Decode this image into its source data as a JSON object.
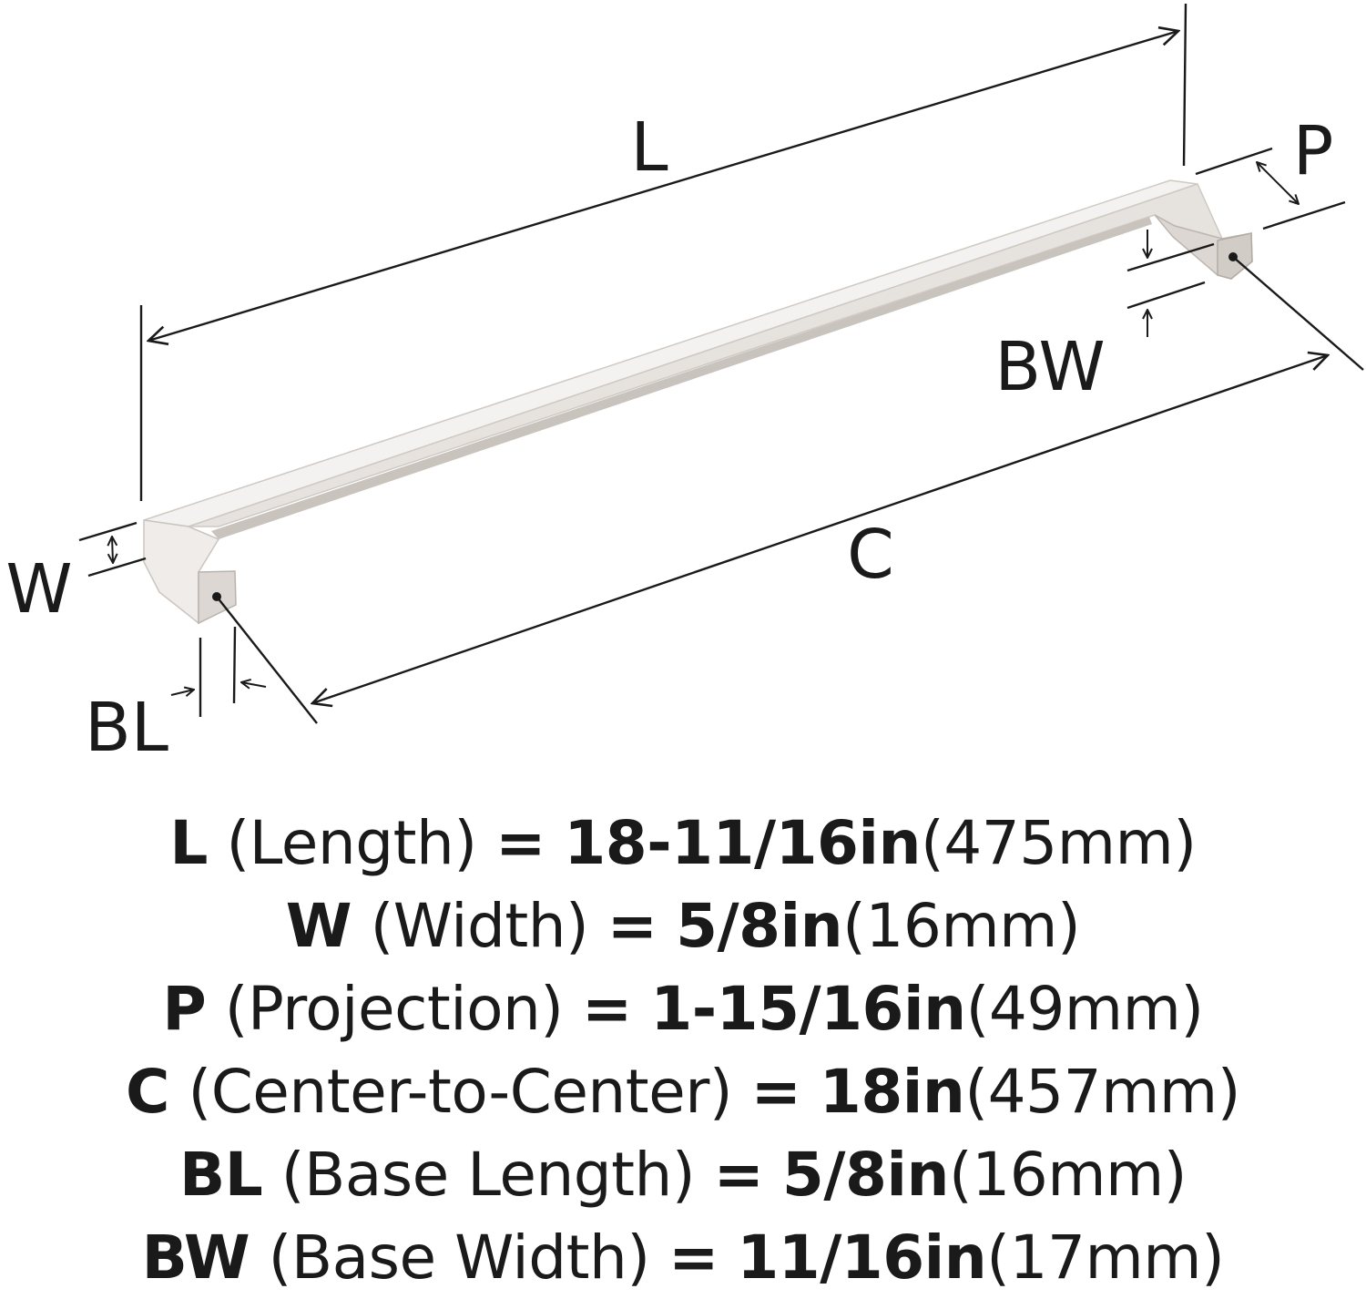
{
  "diagram": {
    "labels": {
      "L": "L",
      "P": "P",
      "BW": "BW",
      "C": "C",
      "W": "W",
      "BL": "BL"
    },
    "colors": {
      "line": "#1a1a1a",
      "metal_light": "#f4f2f0",
      "metal_mid": "#e3dfdb",
      "metal_dark": "#b9b3ad"
    }
  },
  "specs": [
    {
      "code": "L",
      "name": "(Length)",
      "eq": "=",
      "imperial": "18-11/16in",
      "metric": "(475mm)"
    },
    {
      "code": "W",
      "name": "(Width)",
      "eq": "=",
      "imperial": "5/8in",
      "metric": "(16mm)"
    },
    {
      "code": "P",
      "name": "(Projection)",
      "eq": "=",
      "imperial": "1-15/16in",
      "metric": "(49mm)"
    },
    {
      "code": "C",
      "name": "(Center-to-Center)",
      "eq": "=",
      "imperial": "18in",
      "metric": "(457mm)"
    },
    {
      "code": "BL",
      "name": "(Base Length)",
      "eq": "=",
      "imperial": "5/8in",
      "metric": "(16mm)"
    },
    {
      "code": "BW",
      "name": "(Base Width)",
      "eq": "=",
      "imperial": "11/16in",
      "metric": "(17mm)"
    }
  ]
}
